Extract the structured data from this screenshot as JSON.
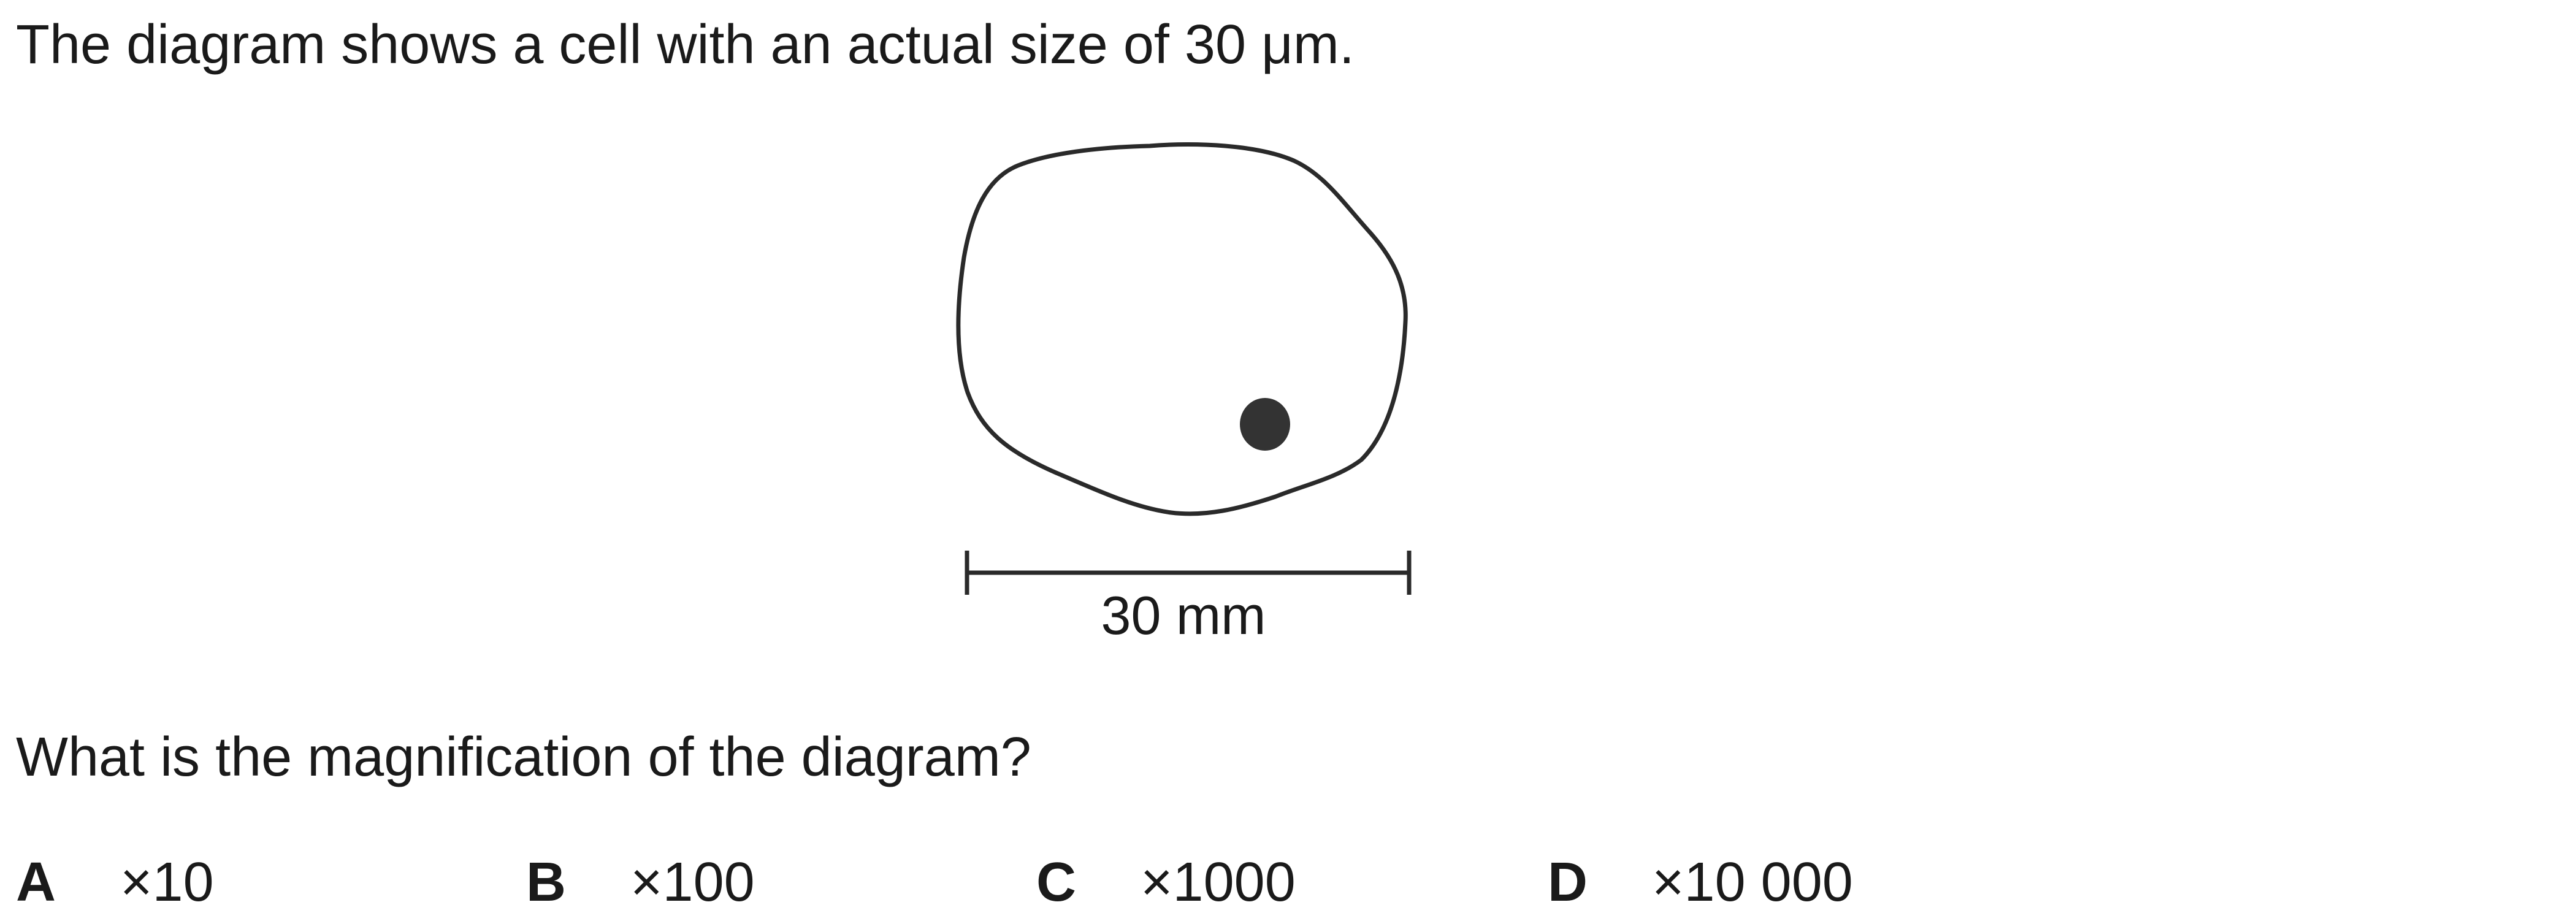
{
  "intro": "The diagram shows a cell with an actual size of 30 μm.",
  "diagram": {
    "scale_bar_label": "30 mm"
  },
  "question": "What is the magnification of the diagram?",
  "options": [
    {
      "letter": "A",
      "value": "×10"
    },
    {
      "letter": "B",
      "value": "×100"
    },
    {
      "letter": "C",
      "value": "×1000"
    },
    {
      "letter": "D",
      "value": "×10 000"
    }
  ]
}
